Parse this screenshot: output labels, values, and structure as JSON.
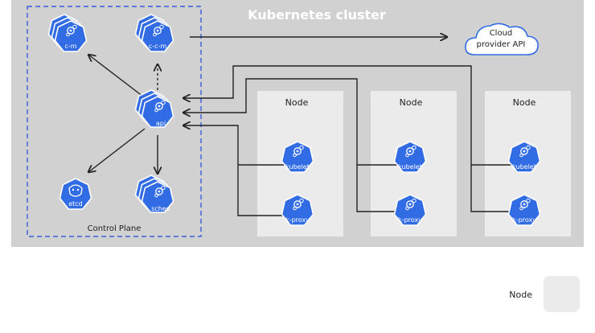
{
  "cluster": {
    "title": "Kubernetes cluster"
  },
  "control_plane": {
    "label": "Control Plane"
  },
  "components": {
    "cm": "c-m",
    "ccm": "c-c-m",
    "api": "api",
    "etcd": "etcd",
    "sched": "sched"
  },
  "cloud": {
    "line1": "Cloud",
    "line2": "provider API"
  },
  "nodes": [
    {
      "label": "Node",
      "kubelet": "kubelet",
      "proxy": "k-proxy"
    },
    {
      "label": "Node",
      "kubelet": "kubelet",
      "proxy": "k-proxy"
    },
    {
      "label": "Node",
      "kubelet": "kubelet",
      "proxy": "k-proxy"
    }
  ],
  "legend": {
    "label": "Node"
  },
  "colors": {
    "cluster_bg": "#d1d1d1",
    "node_bg": "#ebebeb",
    "k8s_blue": "#326ce5",
    "dash_border": "#3b5bdb",
    "line": "#222222"
  }
}
